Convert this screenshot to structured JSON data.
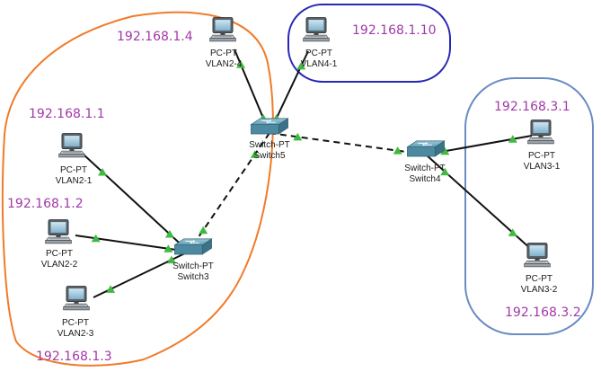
{
  "diagram": {
    "colors": {
      "link": "#111111",
      "trunk": "#111111",
      "port_up": "#3fb93f",
      "ip_text": "#a238a8",
      "group_vlan2": "#f07b2a",
      "group_vlan4": "#2727b8",
      "group_vlan3": "#6a8cc2"
    },
    "groups": [
      {
        "id": "vlan2-group",
        "stroke_key": "group_vlan2"
      },
      {
        "id": "vlan4-group",
        "stroke_key": "group_vlan4"
      },
      {
        "id": "vlan3-group",
        "stroke_key": "group_vlan3"
      }
    ],
    "ip_labels": [
      {
        "id": "ip-pc-vlan2-4",
        "text": "192.168.1.4"
      },
      {
        "id": "ip-pc-vlan4-1",
        "text": "192.168.1.10"
      },
      {
        "id": "ip-pc-vlan2-1",
        "text": "192.168.1.1"
      },
      {
        "id": "ip-pc-vlan2-2",
        "text": "192.168.1.2"
      },
      {
        "id": "ip-pc-vlan2-3",
        "text": "192.168.1.3"
      },
      {
        "id": "ip-pc-vlan3-1",
        "text": "192.168.3.1"
      },
      {
        "id": "ip-pc-vlan3-2",
        "text": "192.168.3.2"
      }
    ],
    "devices": [
      {
        "id": "switch5",
        "kind": "switch",
        "type_label": "Switch-PT",
        "name": "Switch5"
      },
      {
        "id": "switch4",
        "kind": "switch",
        "type_label": "Switch-PT",
        "name": "Switch4"
      },
      {
        "id": "switch3",
        "kind": "switch",
        "type_label": "Switch-PT",
        "name": "Switch3"
      },
      {
        "id": "pc-vlan2-4",
        "kind": "pc",
        "type_label": "PC-PT",
        "name": "VLAN2-4"
      },
      {
        "id": "pc-vlan4-1",
        "kind": "pc",
        "type_label": "PC-PT",
        "name": "VLAN4-1"
      },
      {
        "id": "pc-vlan2-1",
        "kind": "pc",
        "type_label": "PC-PT",
        "name": "VLAN2-1"
      },
      {
        "id": "pc-vlan2-2",
        "kind": "pc",
        "type_label": "PC-PT",
        "name": "VLAN2-2"
      },
      {
        "id": "pc-vlan2-3",
        "kind": "pc",
        "type_label": "PC-PT",
        "name": "VLAN2-3"
      },
      {
        "id": "pc-vlan3-1",
        "kind": "pc",
        "type_label": "PC-PT",
        "name": "VLAN3-1"
      },
      {
        "id": "pc-vlan3-2",
        "kind": "pc",
        "type_label": "PC-PT",
        "name": "VLAN3-2"
      }
    ],
    "links": [
      {
        "id": "link-sw5-pc24",
        "from": "switch5",
        "to": "pc-vlan2-4",
        "style": "solid"
      },
      {
        "id": "link-sw5-pc41",
        "from": "switch5",
        "to": "pc-vlan4-1",
        "style": "solid"
      },
      {
        "id": "link-sw5-sw4",
        "from": "switch5",
        "to": "switch4",
        "style": "dashed"
      },
      {
        "id": "link-sw5-sw3",
        "from": "switch5",
        "to": "switch3",
        "style": "dashed"
      },
      {
        "id": "link-sw3-pc21",
        "from": "switch3",
        "to": "pc-vlan2-1",
        "style": "solid"
      },
      {
        "id": "link-sw3-pc22",
        "from": "switch3",
        "to": "pc-vlan2-2",
        "style": "solid"
      },
      {
        "id": "link-sw3-pc23",
        "from": "switch3",
        "to": "pc-vlan2-3",
        "style": "solid"
      },
      {
        "id": "link-sw4-pc31",
        "from": "switch4",
        "to": "pc-vlan3-1",
        "style": "solid"
      },
      {
        "id": "link-sw4-pc32",
        "from": "switch4",
        "to": "pc-vlan3-2",
        "style": "solid"
      }
    ]
  }
}
